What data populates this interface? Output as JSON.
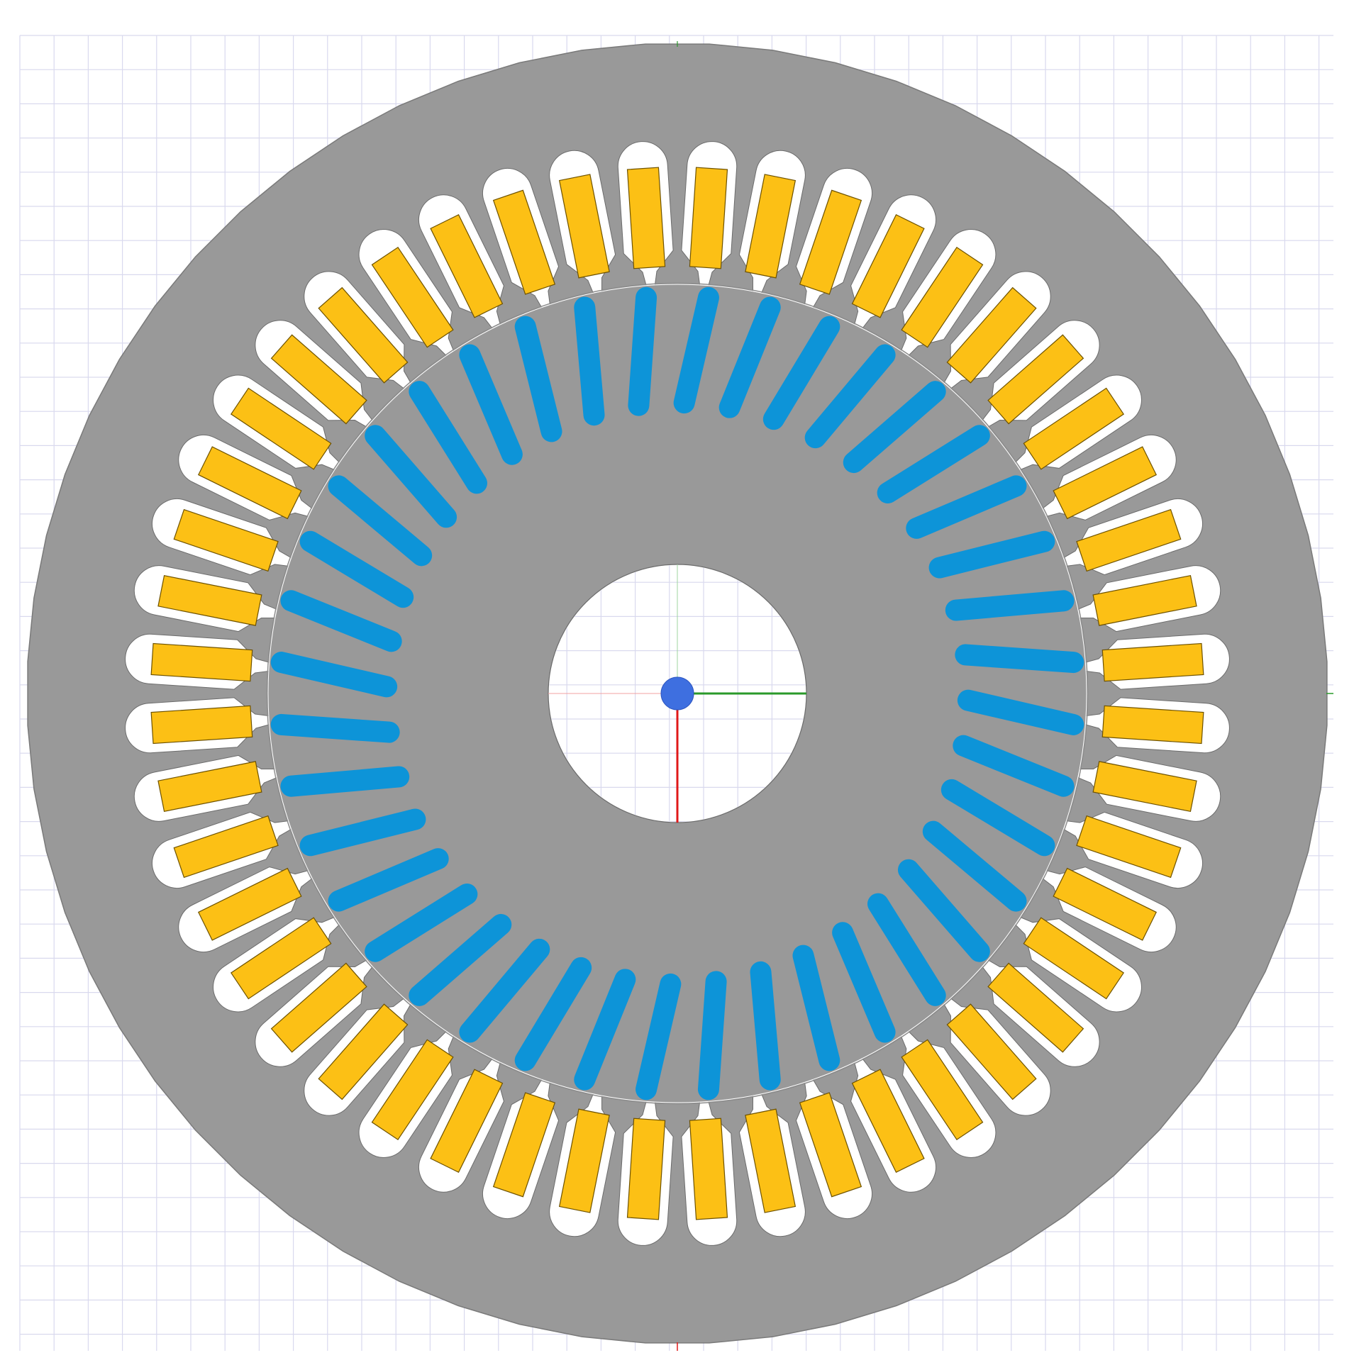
{
  "model": {
    "stator_slot_count": 48,
    "rotor_bar_count": 40,
    "shaft": "hollow"
  },
  "colors": {
    "background": "#ffffff",
    "grid": "#d9d9ee",
    "lamination": "#999999",
    "lamination_edge": "#7a7a7a",
    "slot_opening": "#ffffff",
    "stator_coil": "#fcc015",
    "stator_coil_edge": "#6e5200",
    "rotor_bar": "#0d94d8",
    "rotor_bar_edge": "#0a6aa6",
    "airgap_line": "#8c8c8c",
    "axis_x": "#2a9a2a",
    "axis_y": "#e01818",
    "origin_marker": "#3e6fe0"
  },
  "icons": {
    "origin": "origin-marker-icon"
  }
}
